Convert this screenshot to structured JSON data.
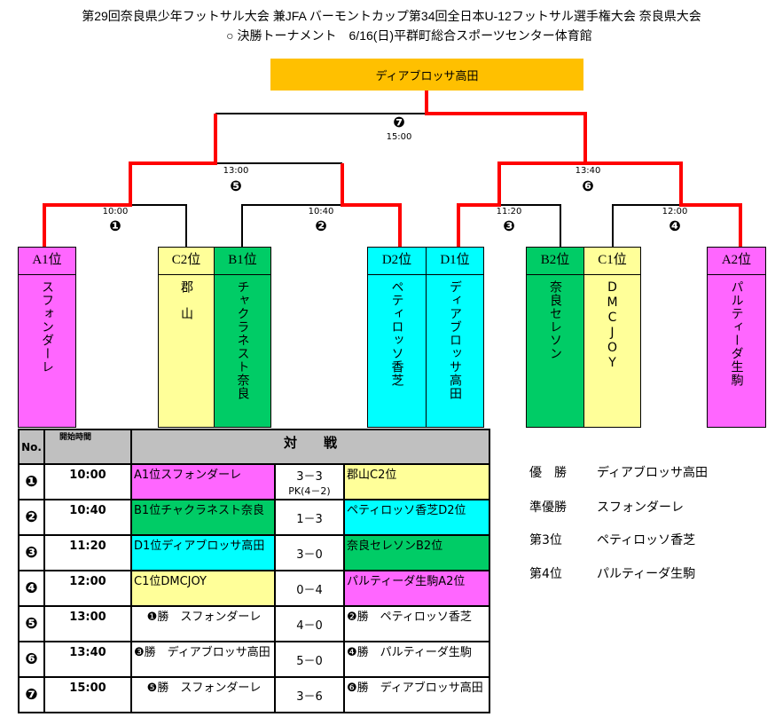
{
  "header": {
    "title": "第29回奈良県少年フットサル大会 兼JFA バーモントカップ第34回全日本U-12フットサル選手権大会 奈良県大会",
    "subtitle": "○ 決勝トーナメント　6/16(日)平群町総合スポーツセンター体育館"
  },
  "bracket": {
    "champion": "ディアブロッサ高田",
    "matches": [
      {
        "no": "❶",
        "time": "10:00"
      },
      {
        "no": "❷",
        "time": "10:40"
      },
      {
        "no": "❸",
        "time": "11:20"
      },
      {
        "no": "❹",
        "time": "12:00"
      },
      {
        "no": "❺",
        "time": "13:00"
      },
      {
        "no": "❻",
        "time": "13:40"
      },
      {
        "no": "❼",
        "time": "15:00"
      }
    ],
    "teams": [
      {
        "seed": "A1位",
        "name": "スフォンダーレ",
        "color": "#ff66ff"
      },
      {
        "seed": "C2位",
        "name": "郡　山",
        "color": "#ffff99"
      },
      {
        "seed": "B1位",
        "name": "チャクラネスト奈良",
        "color": "#00cc66"
      },
      {
        "seed": "D2位",
        "name": "ペティロッソ香芝",
        "color": "#00ffff"
      },
      {
        "seed": "D1位",
        "name": "ディアブロッサ高田",
        "color": "#00ffff"
      },
      {
        "seed": "B2位",
        "name": "奈良セレソン",
        "color": "#00cc66"
      },
      {
        "seed": "C1位",
        "name": "DMCJOY",
        "color": "#ffff99"
      },
      {
        "seed": "A2位",
        "name": "パルティーダ生駒",
        "color": "#ff66ff"
      }
    ]
  },
  "table": {
    "headers": {
      "no": "No.",
      "time": "開始時間",
      "match": "対　　戦"
    },
    "rows": [
      {
        "no": "❶",
        "time": "10:00",
        "left": "A1位スフォンダーレ",
        "score": "3－3",
        "pk": "PK(4－2)",
        "right": "郡山C2位"
      },
      {
        "no": "❷",
        "time": "10:40",
        "left": "B1位チャクラネスト奈良",
        "score": "1－3",
        "right": "ペティロッソ香芝D2位"
      },
      {
        "no": "❸",
        "time": "11:20",
        "left": "D1位ディアブロッサ高田",
        "score": "3－0",
        "right": "奈良セレソンB2位"
      },
      {
        "no": "❹",
        "time": "12:00",
        "left": "C1位DMCJOY",
        "score": "0－4",
        "right": "パルティーダ生駒A2位"
      },
      {
        "no": "❺",
        "time": "13:00",
        "left": "❶勝　スフォンダーレ",
        "score": "4－0",
        "right": "❷勝　ペティロッソ香芝"
      },
      {
        "no": "❻",
        "time": "13:40",
        "left": "❸勝　ディアブロッサ高田",
        "score": "5－0",
        "right": "❹勝　パルティーダ生駒"
      },
      {
        "no": "❼",
        "time": "15:00",
        "left": "❺勝　スフォンダーレ",
        "score": "3－6",
        "right": "❻勝　ディアブロッサ高田"
      }
    ]
  },
  "results": [
    {
      "rank": "優　勝",
      "team": "ディアブロッサ高田"
    },
    {
      "rank": "準優勝",
      "team": "スフォンダーレ"
    },
    {
      "rank": "第3位",
      "team": "ペティロッソ香芝"
    },
    {
      "rank": "第4位",
      "team": "パルティーダ生駒"
    }
  ]
}
